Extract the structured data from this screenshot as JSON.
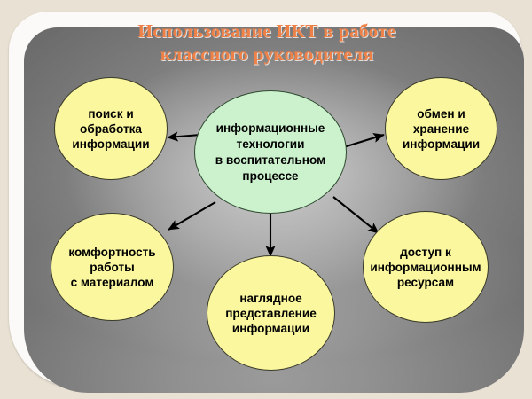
{
  "slide": {
    "title": "Использование ИКТ в работе\nклассного руководителя",
    "title_color": "#ee8148",
    "background_color": "#e9e1d4",
    "panel_color": "#b4b4b4"
  },
  "center_node": {
    "label": "информационные\nтехнологии\nв воспитательном\nпроцессе",
    "fill": "#cbf2cd",
    "stroke": "#2f4a30"
  },
  "nodes": [
    {
      "id": "search-processing",
      "label": "поиск и\nобработка\nинформации",
      "position": "top-left",
      "fill": "#faf79e",
      "stroke": "#3b3b2a"
    },
    {
      "id": "exchange-storage",
      "label": "обмен и\nхранение\nинформации",
      "position": "top-right",
      "fill": "#faf79e",
      "stroke": "#3b3b2a"
    },
    {
      "id": "comfort-of-work",
      "label": "комфортность\nработы\nс материалом",
      "position": "bottom-left",
      "fill": "#faf79e",
      "stroke": "#3b3b2a"
    },
    {
      "id": "visual-presentation",
      "label": "наглядное\nпредставление\nинформации",
      "position": "bottom-center",
      "fill": "#faf79e",
      "stroke": "#3b3b2a"
    },
    {
      "id": "access-to-resources",
      "label": "доступ к\nинформационным\nресурсам",
      "position": "bottom-right",
      "fill": "#faf79e",
      "stroke": "#3b3b2a"
    }
  ],
  "connectors": [
    {
      "id": "center-to-top-left",
      "from": "center",
      "to": "search-processing",
      "style": "arrow",
      "color": "#000000"
    },
    {
      "id": "center-to-top-right",
      "from": "center",
      "to": "exchange-storage",
      "style": "arrow",
      "color": "#000000"
    },
    {
      "id": "center-to-bottom-left",
      "from": "center",
      "to": "comfort-of-work",
      "style": "arrow",
      "color": "#000000"
    },
    {
      "id": "center-to-bottom-center",
      "from": "center",
      "to": "visual-presentation",
      "style": "arrow",
      "color": "#000000"
    },
    {
      "id": "center-to-bottom-right",
      "from": "center",
      "to": "access-to-resources",
      "style": "arrow",
      "color": "#000000"
    }
  ]
}
